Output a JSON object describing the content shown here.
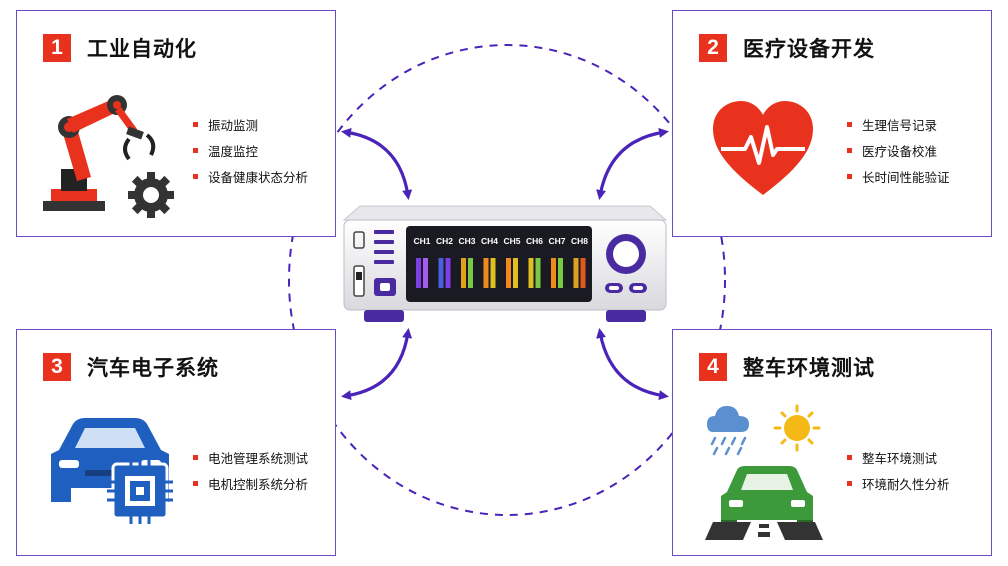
{
  "panels": [
    {
      "number": "1",
      "title": "工业自动化",
      "icon": "robot-arm-icon",
      "items": [
        "振动监测",
        "温度监控",
        "设备健康状态分析"
      ]
    },
    {
      "number": "2",
      "title": "医疗设备开发",
      "icon": "heart-pulse-icon",
      "items": [
        "生理信号记录",
        "医疗设备校准",
        "长时间性能验证"
      ]
    },
    {
      "number": "3",
      "title": "汽车电子系统",
      "icon": "car-chip-icon",
      "items": [
        "电池管理系统测试",
        "电机控制系统分析"
      ]
    },
    {
      "number": "4",
      "title": "整车环境测试",
      "icon": "car-weather-icon",
      "items": [
        "整车环境测试",
        "环境耐久性分析"
      ]
    }
  ],
  "device": {
    "channels": [
      "CH1",
      "CH2",
      "CH3",
      "CH4",
      "CH5",
      "CH6",
      "CH7",
      "CH8"
    ]
  },
  "colors": {
    "accent_red": "#e8321e",
    "border_purple": "#6a4bc4",
    "arrow_purple": "#4a23b8",
    "device_purple": "#4a2aa0"
  }
}
